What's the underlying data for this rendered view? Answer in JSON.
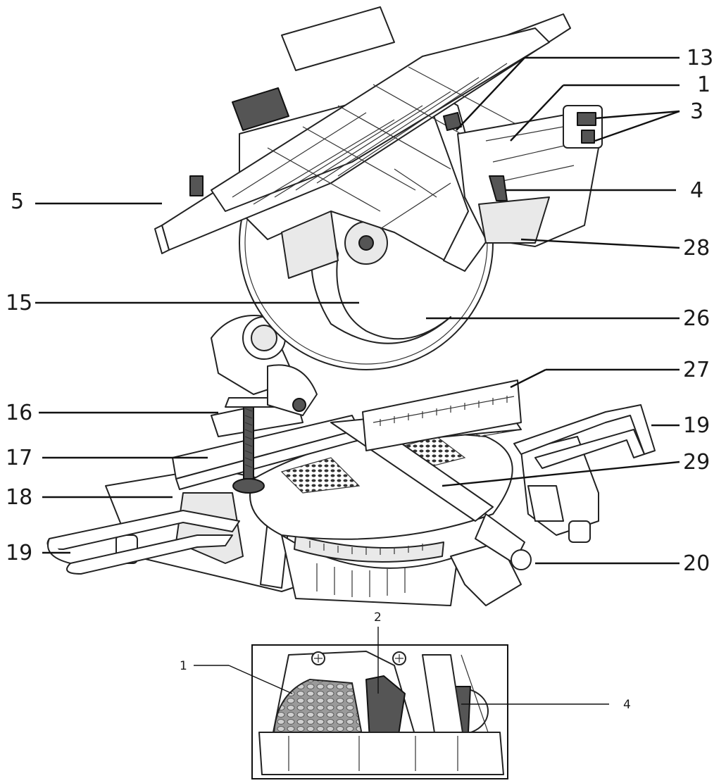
{
  "callouts": [
    {
      "id": "13",
      "text": "13"
    },
    {
      "id": "1",
      "text": "1"
    },
    {
      "id": "3",
      "text": "3"
    },
    {
      "id": "5",
      "text": "5"
    },
    {
      "id": "4",
      "text": "4"
    },
    {
      "id": "28",
      "text": "28"
    },
    {
      "id": "15",
      "text": "15"
    },
    {
      "id": "26",
      "text": "26"
    },
    {
      "id": "27",
      "text": "27"
    },
    {
      "id": "16",
      "text": "16"
    },
    {
      "id": "19a",
      "text": "19"
    },
    {
      "id": "17",
      "text": "17"
    },
    {
      "id": "29",
      "text": "29"
    },
    {
      "id": "18",
      "text": "18"
    },
    {
      "id": "19b",
      "text": "19"
    },
    {
      "id": "20",
      "text": "20"
    }
  ],
  "inset_callouts": [
    {
      "id": "i1",
      "text": "1"
    },
    {
      "id": "i2",
      "text": "2"
    },
    {
      "id": "i4",
      "text": "4"
    }
  ]
}
